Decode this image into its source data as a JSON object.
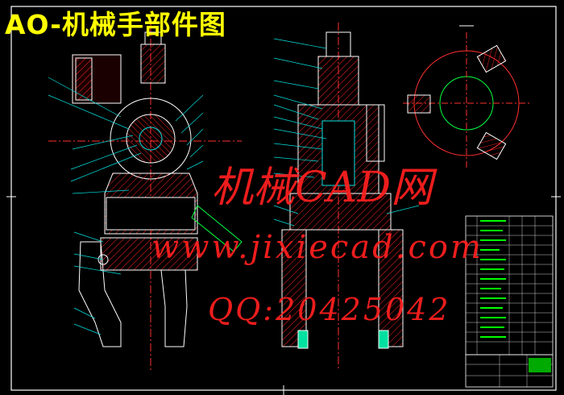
{
  "drawing": {
    "title": "AO-机械手部件图",
    "palette": {
      "background": "#000000",
      "outline": "#ffffff",
      "section_hatch": "#ff2020",
      "center_line": "#ff3030",
      "leader": "#00e0e0",
      "dimension": "#00ff40",
      "title_block_text": "#00ff00"
    }
  },
  "watermark": {
    "line1": "机械CAD网",
    "line2": "www.jixiecad.com",
    "line3": "QQ:20425042"
  }
}
